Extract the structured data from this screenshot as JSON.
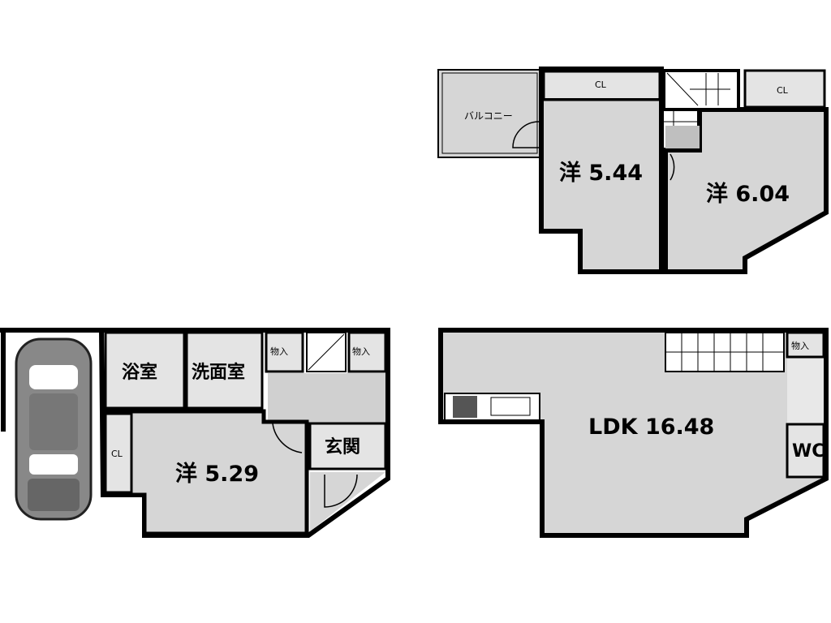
{
  "floor_upper": {
    "balcony": "バルコニー",
    "closet_left": "CL",
    "closet_right": "CL",
    "room_left": "洋 5.44",
    "room_right": "洋 6.04"
  },
  "floor_1": {
    "bath": "浴室",
    "washroom": "洗面室",
    "storage_left": "物入",
    "storage_right": "物入",
    "entrance": "玄関",
    "closet": "CL",
    "room": "洋 5.29"
  },
  "floor_2": {
    "ldk": "LDK 16.48",
    "storage": "物入",
    "wc": "WC"
  },
  "colors": {
    "room_fill": "#d6d6d6",
    "wall": "#000000"
  }
}
